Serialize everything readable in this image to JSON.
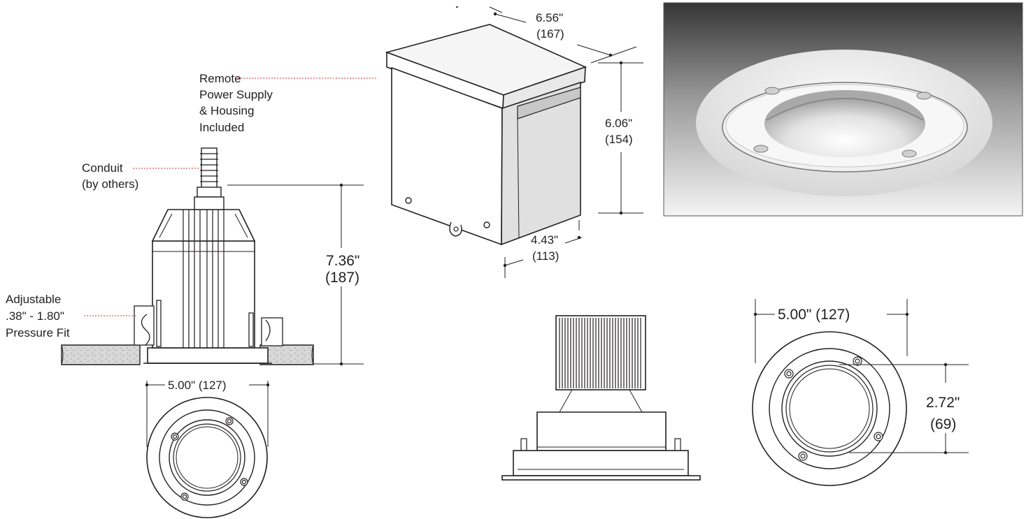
{
  "callouts": {
    "remote": [
      "Remote",
      "Power Supply",
      "& Housing",
      "Included"
    ],
    "conduit": [
      "Conduit",
      "(by others)"
    ],
    "adjustable": [
      "Adjustable",
      ".38\" - 1.80\"",
      "Pressure Fit"
    ]
  },
  "dimensions": {
    "box_width": "6.56\"",
    "box_width_mm": "(167)",
    "box_height": "6.06\"",
    "box_height_mm": "(154)",
    "box_depth": "4.43\"",
    "box_depth_mm": "(113)",
    "fixture_height": "7.36\"",
    "fixture_height_mm": "(187)",
    "trim_diameter_small": "5.00\" (127)",
    "trim_diameter_large": "5.00\" (127)",
    "aperture": "2.72\"",
    "aperture_mm": "(69)"
  },
  "colors": {
    "line": "#231f20",
    "callout_leader": "#d0312d",
    "photo_top": "#3a3a3a",
    "photo_bottom": "#f2f2f2"
  }
}
